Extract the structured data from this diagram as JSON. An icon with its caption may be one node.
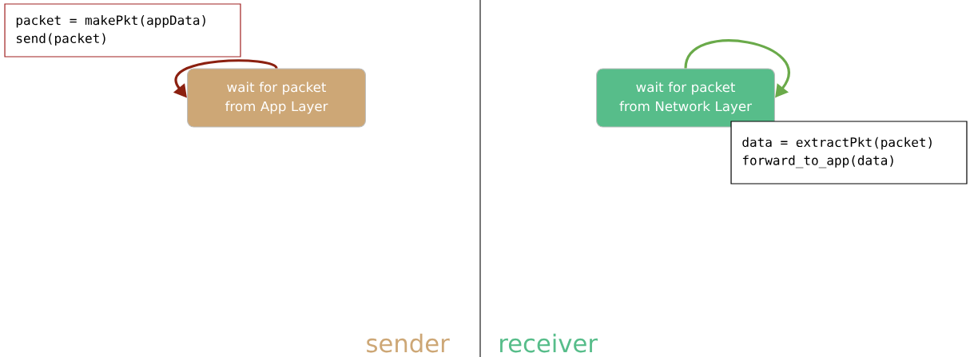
{
  "diagram": {
    "nodes": [
      {
        "text": [
          "packet = makePkt(appData)",
          "send(packet)"
        ]
      },
      {
        "text": [
          "wait for packet from App Layer"
        ]
      },
      {
        "text": [
          "wait for packet from Network Layer"
        ]
      },
      {
        "text": [
          "data = extractPkt(packet)",
          "forward_to_app(data)"
        ]
      }
    ],
    "edges": [
      {
        "from": 1,
        "to": 1,
        "arrow": "to",
        "color": "#8b2010"
      },
      {
        "from": 2,
        "to": 2,
        "arrow": "to",
        "color": "#6aaa4a"
      }
    ],
    "labels": [
      "sender",
      "receiver"
    ]
  }
}
